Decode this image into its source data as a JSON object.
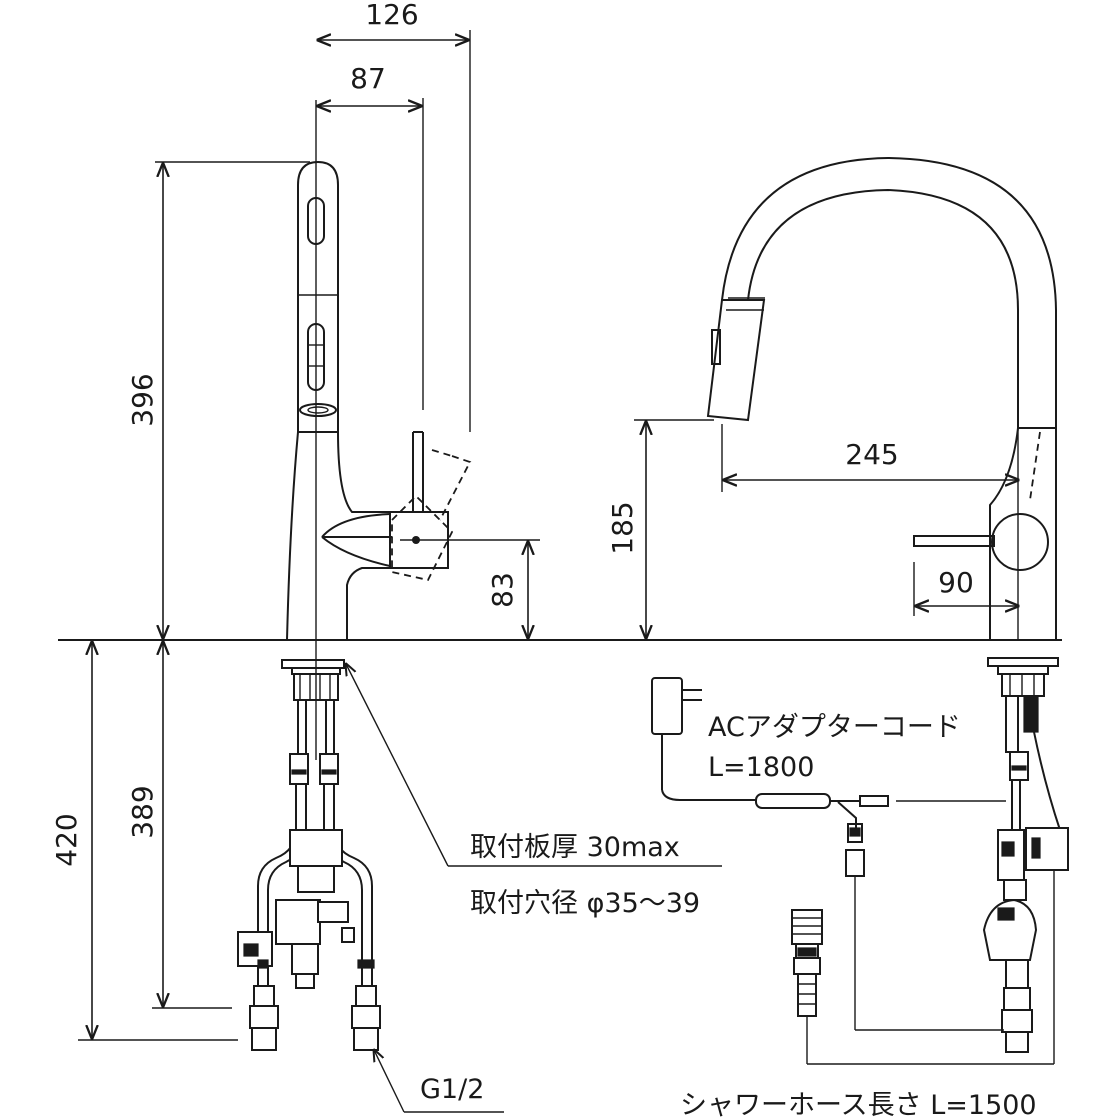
{
  "dimensions": {
    "top_width_outer": "126",
    "top_width_inner": "87",
    "overall_height": "396",
    "lever_height": "83",
    "below_total": "420",
    "below_hose": "389",
    "spout_height": "185",
    "spout_reach": "245",
    "handle_reach": "90"
  },
  "annotations": {
    "plate_thickness": "取付板厚 30max",
    "hole_diameter": "取付穴径 φ35～39",
    "thread": "G1/2",
    "adapter_cord_title": "ACアダプターコード",
    "adapter_cord_length": "L=1800",
    "shower_hose": "シャワーホース長さ L=1500"
  }
}
